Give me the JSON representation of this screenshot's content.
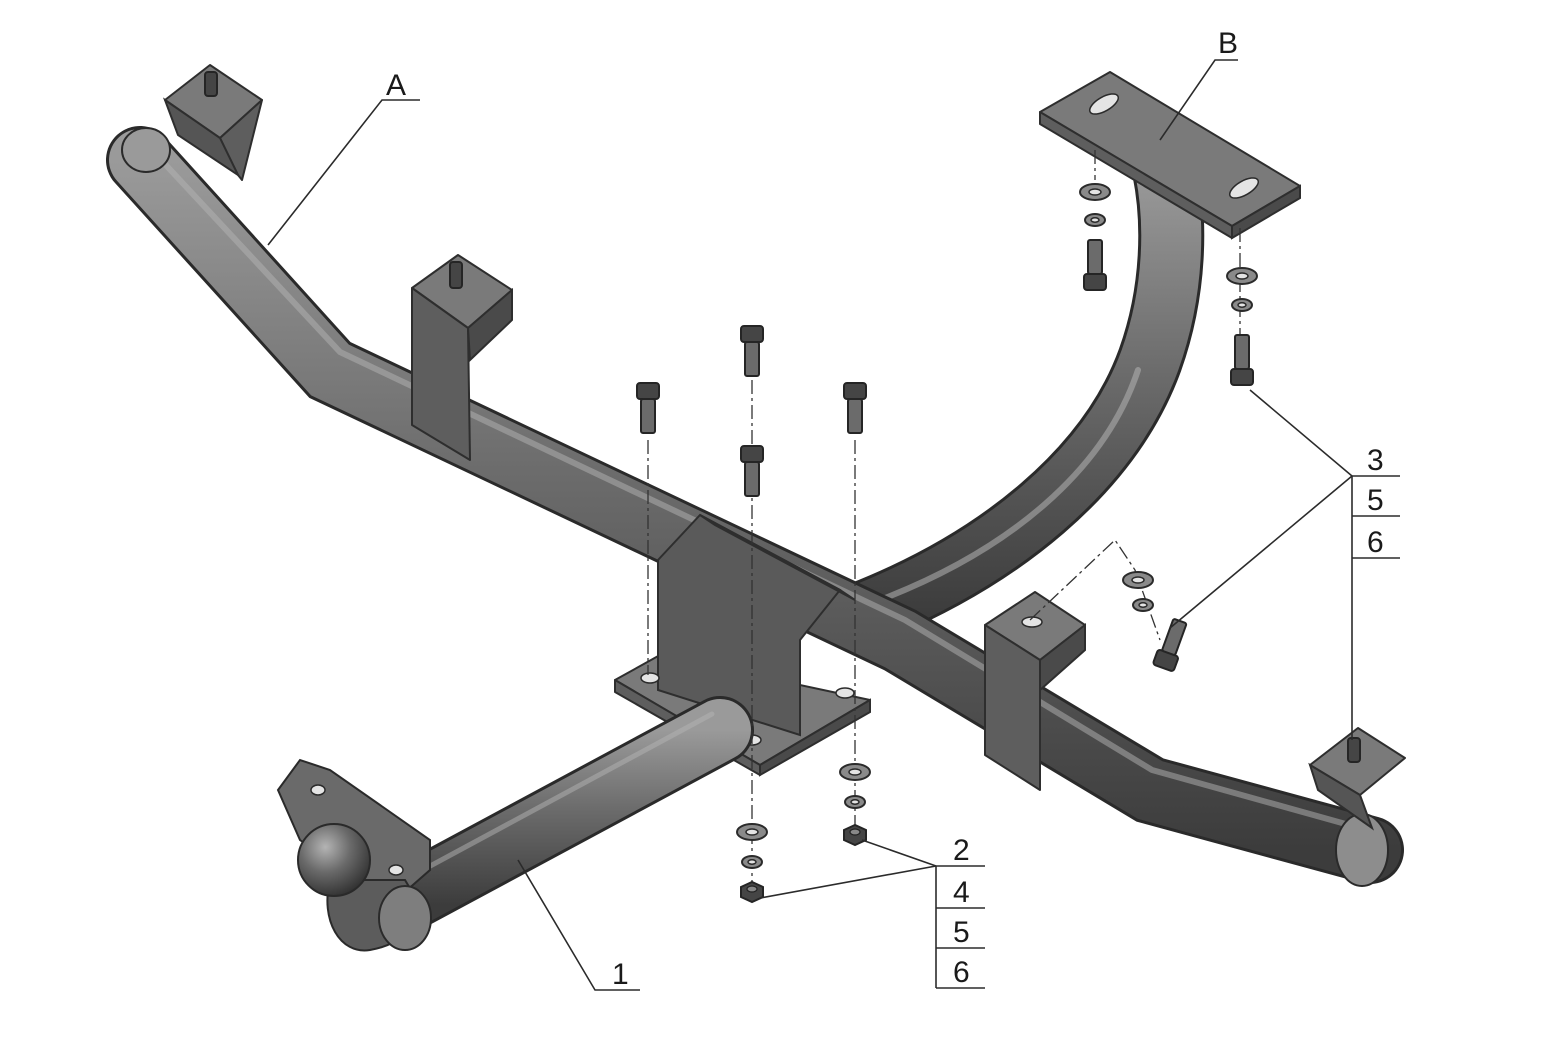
{
  "labels": {
    "a": "A",
    "b": "B",
    "part1": "1",
    "group_left": [
      "2",
      "4",
      "5",
      "6"
    ],
    "group_right": [
      "3",
      "5",
      "6"
    ]
  },
  "colors": {
    "metal_dark": "#3f3f3f",
    "metal_mid": "#646464",
    "metal_light": "#8c8c8c",
    "line": "#2b2b2b"
  }
}
